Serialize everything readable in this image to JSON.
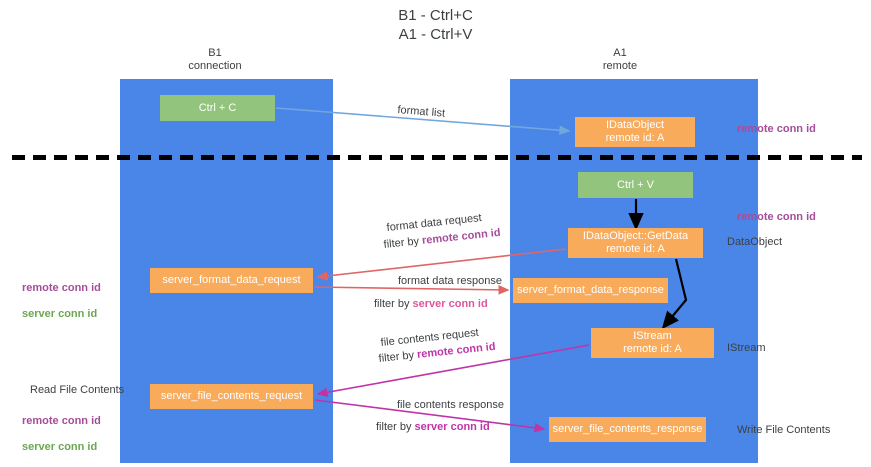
{
  "title": "B1 - Ctrl+C\nA1 - Ctrl+V",
  "lanes": {
    "b1": {
      "header": "B1\nconnection"
    },
    "a1": {
      "header": "A1\nremote"
    }
  },
  "nodes": {
    "ctrl_c": "Ctrl + C",
    "idataobject": "IDataObject\nremote id: A",
    "ctrl_v": "Ctrl + V",
    "getdata": "IDataObject::GetData\nremote id: A",
    "server_format_data_request": "server_format_data_request",
    "server_format_data_response": "server_format_data_response",
    "istream": "IStream\nremote id: A",
    "server_file_contents_request": "server_file_contents_request",
    "server_file_contents_response": "server_file_contents_response"
  },
  "arrow_labels": {
    "format_list": "format list",
    "format_data_request": "format data request",
    "format_data_request_filter_prefix": "filter by ",
    "format_data_request_filter_value": "remote conn id",
    "format_data_response": "format data response",
    "format_data_response_filter_prefix": "filter by ",
    "format_data_response_filter_value": "server conn id",
    "file_contents_request": "file contents request",
    "file_contents_request_filter_prefix": "filter by ",
    "file_contents_request_filter_value": "remote conn id",
    "file_contents_response": "file contents response",
    "file_contents_response_filter_prefix": "filter by ",
    "file_contents_response_filter_value": "server conn id"
  },
  "annotations": {
    "remote_conn_id_top": "remote conn id",
    "remote_conn_id_mid": "remote conn id",
    "dataobject": "DataObject",
    "istream": "IStream",
    "write_file_contents": "Write File Contents",
    "read_file_contents": "Read File Contents",
    "left_remote_conn_id": "remote conn id",
    "left_server_conn_id": "server conn id",
    "left_remote_conn_id_2": "remote conn id",
    "left_server_conn_id_2": "server conn id"
  },
  "colors": {
    "lane": "#4a86e8",
    "green_node": "#93c47d",
    "orange_node": "#f9ab5c",
    "remote_conn_id": "#a64d9a",
    "server_conn_id": "#6aa84f",
    "server_conn_id_pink": "#e0559e",
    "arrow_blue": "#6fa8dc",
    "arrow_red": "#e06666",
    "arrow_magenta": "#c034a8",
    "arrow_black": "#000000",
    "text": "#3c4043"
  }
}
